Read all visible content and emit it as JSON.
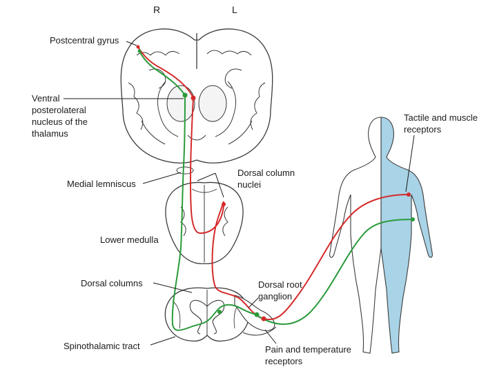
{
  "labels": {
    "right": "R",
    "left": "L",
    "postcentral_gyrus": "Postcentral gyrus",
    "vpl_nucleus": "Ventral\nposterolateral\nnucleus of the\nthalamus",
    "medial_lemniscus": "Medial lemniscus",
    "dorsal_column_nuclei": "Dorsal column\nnuclei",
    "lower_medulla": "Lower medulla",
    "dorsal_columns": "Dorsal columns",
    "dorsal_root_ganglion": "Dorsal root\nganglion",
    "spinothalamic_tract": "Spinothalamic tract",
    "tactile_receptors": "Tactile and muscle\nreceptors",
    "pain_receptors": "Pain and temperature\nreceptors"
  },
  "colors": {
    "dorsal_column_pathway": "#d42a2a",
    "spinothalamic_pathway": "#2a9a3a",
    "body_highlight": "#a9d3e6",
    "outline": "#3a3a3a"
  }
}
